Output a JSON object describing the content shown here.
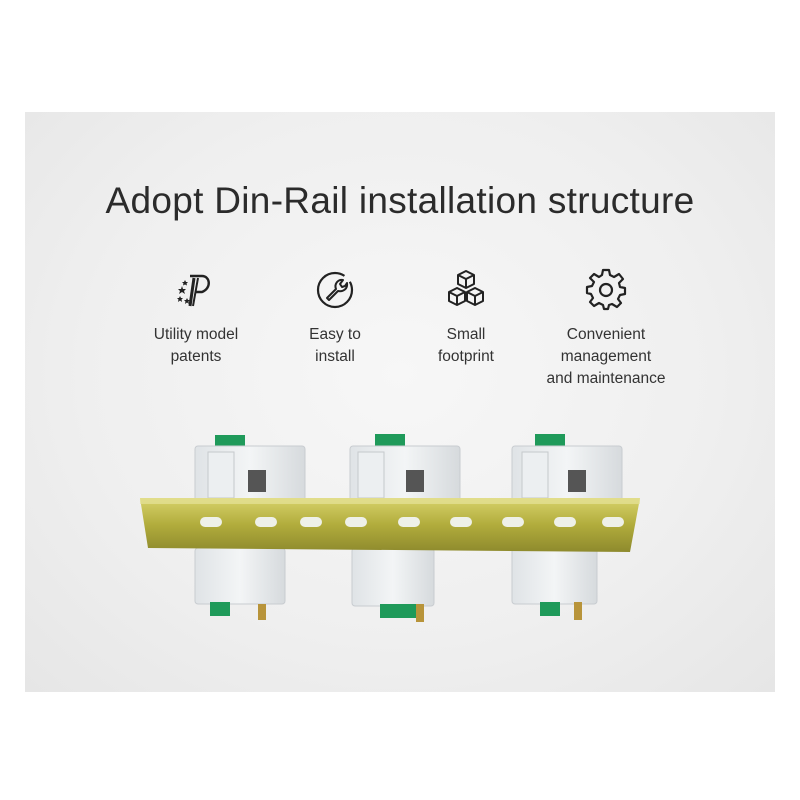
{
  "title": "Adopt Din-Rail installation structure",
  "features": [
    {
      "icon": "patent-icon",
      "line1": "Utility model",
      "line2": "patents",
      "line3": ""
    },
    {
      "icon": "wrench-icon",
      "line1": "Easy to",
      "line2": "install",
      "line3": ""
    },
    {
      "icon": "cubes-icon",
      "line1": "Small",
      "line2": "footprint",
      "line3": ""
    },
    {
      "icon": "gear-icon",
      "line1": "Convenient",
      "line2": "management",
      "line3": "and maintenance"
    }
  ],
  "colors": {
    "text": "#2b2b2b",
    "rail": "#b8b23a",
    "module": "#e9ecef",
    "terminal": "#1f9a5a"
  }
}
